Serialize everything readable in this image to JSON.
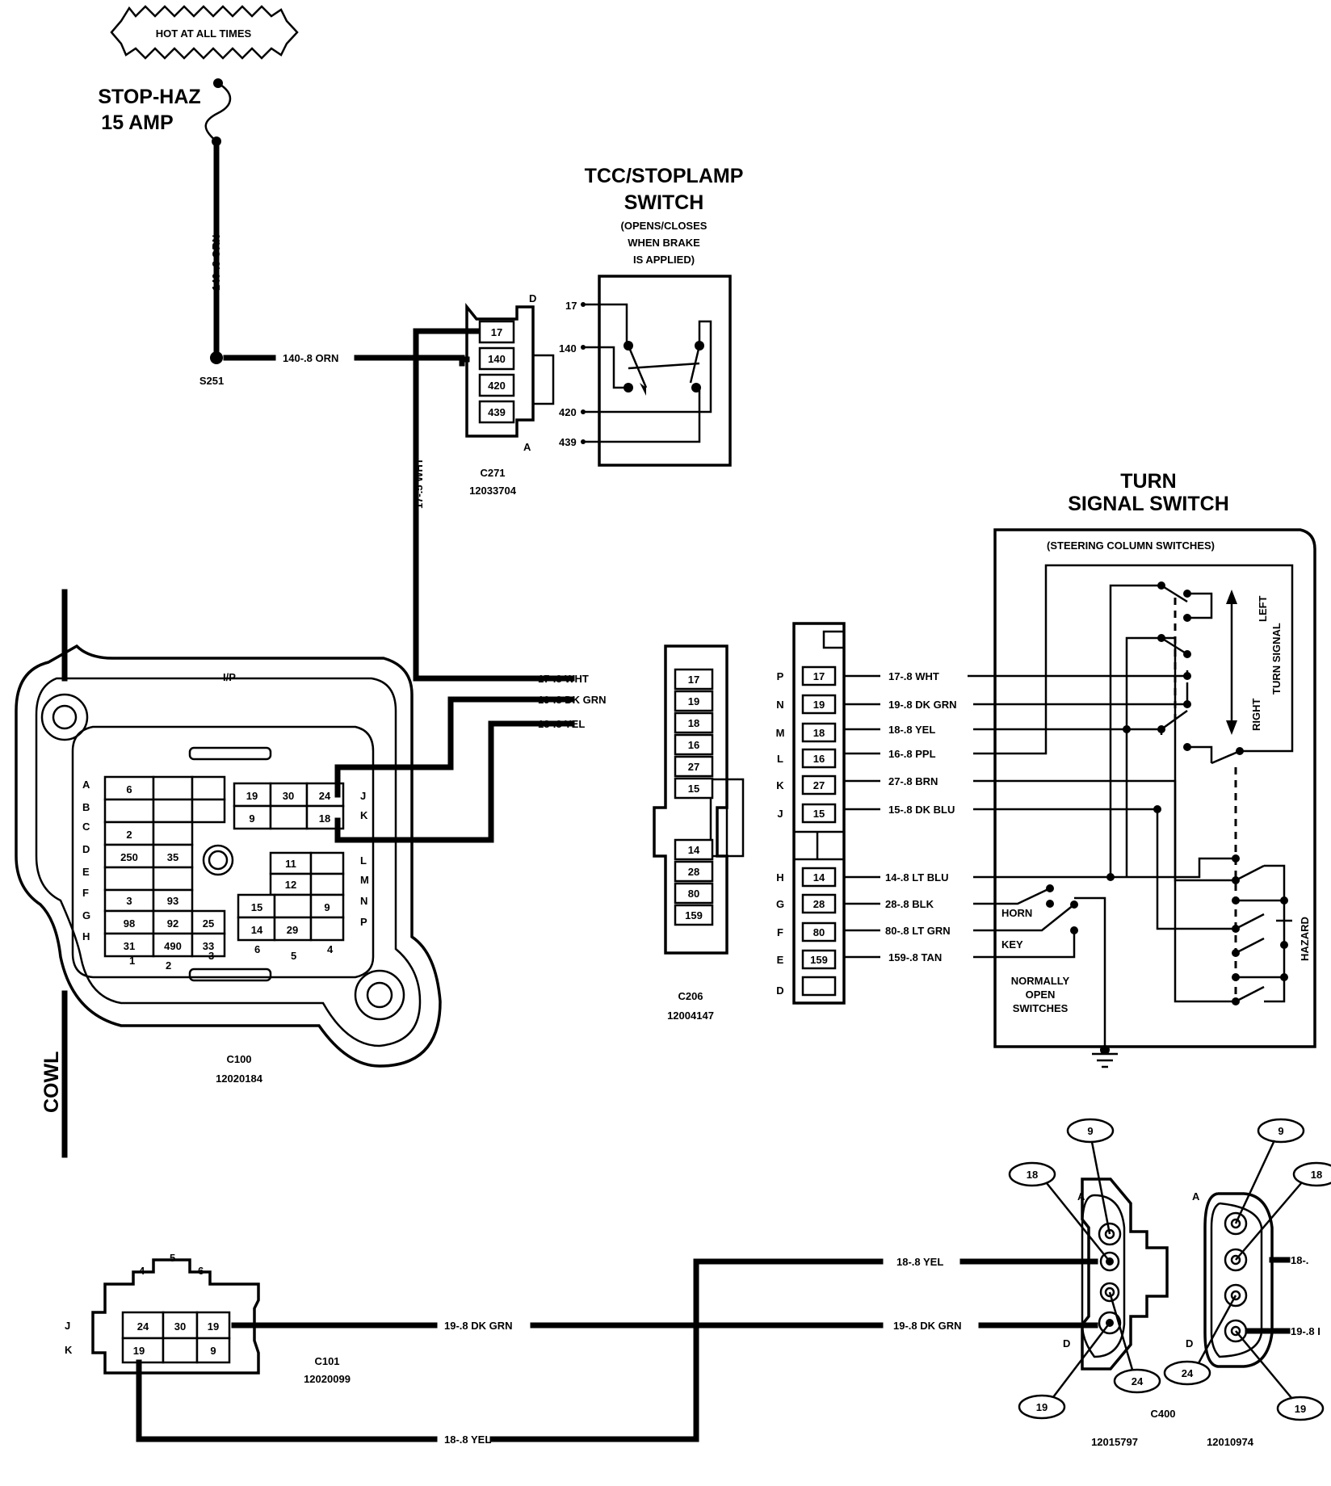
{
  "fuse": {
    "hot_label": "HOT AT ALL TIMES",
    "name": "STOP-HAZ",
    "rating": "15 AMP"
  },
  "splice": {
    "id": "S251"
  },
  "wires": {
    "fuse_feed": "140-.8 ORN",
    "splice_to_c271": "140-.8 ORN",
    "c271_to_c206": "17-.5 WHT",
    "c206_17": "17-.8 WHT",
    "c206_19": "19-.8 DK GRN",
    "c206_18": "18-.8 YEL",
    "c101_19": "19-.8 DK GRN",
    "c101_18": "18-.8 YEL",
    "c400_18": "18-.8 YEL",
    "c400_19": "19-.8 DK GRN",
    "c400b_18": "18-.",
    "c400b_19": "19-.8 I"
  },
  "tcc_switch": {
    "title_line1": "TCC/STOPLAMP",
    "title_line2": "SWITCH",
    "note_line1": "(OPENS/CLOSES",
    "note_line2": "WHEN BRAKE",
    "note_line3": "IS APPLIED)",
    "terminals": [
      "17",
      "140",
      "420",
      "439"
    ]
  },
  "c271": {
    "id": "C271",
    "part": "12033704",
    "pin_top": "D",
    "pin_bottom": "A",
    "cavities": [
      "17",
      "140",
      "420",
      "439"
    ]
  },
  "c100": {
    "id": "C100",
    "part": "12020184",
    "location": "I/P",
    "side": "COWL",
    "row_labels_left": [
      "A",
      "B",
      "C",
      "D",
      "E",
      "F",
      "G",
      "H"
    ],
    "row_labels_right": [
      "J",
      "K",
      "L",
      "M",
      "N",
      "P"
    ],
    "col_labels": [
      "1",
      "2",
      "3",
      "6",
      "5",
      "4"
    ],
    "left_cells": [
      "6",
      "2",
      "250",
      "35",
      "3",
      "93",
      "98",
      "92",
      "25",
      "31",
      "490",
      "33"
    ],
    "jk_cells": [
      "19",
      "30",
      "24",
      "9",
      "18"
    ],
    "lp_cells": [
      "11",
      "12",
      "15",
      "9",
      "14",
      "29"
    ]
  },
  "c206": {
    "id": "C206",
    "part": "12004147",
    "cavities_top": [
      "17",
      "19",
      "18",
      "16",
      "27",
      "15"
    ],
    "cavities_bottom": [
      "14",
      "28",
      "80",
      "159"
    ]
  },
  "tss_connector": {
    "pins": [
      "P",
      "N",
      "M",
      "L",
      "K",
      "J",
      "H",
      "G",
      "F",
      "E",
      "D"
    ],
    "cavities": [
      "17",
      "19",
      "18",
      "16",
      "27",
      "15",
      "14",
      "28",
      "80",
      "159"
    ],
    "wires": [
      "17-.8 WHT",
      "19-.8 DK GRN",
      "18-.8 YEL",
      "16-.8 PPL",
      "27-.8 BRN",
      "15-.8 DK BLU",
      "14-.8 LT BLU",
      "28-.8 BLK",
      "80-.8 LT GRN",
      "159-.8 TAN"
    ]
  },
  "turn_switch": {
    "title_line1": "TURN",
    "title_line2": "SIGNAL SWITCH",
    "subtitle": "(STEERING COLUMN SWITCHES)",
    "left": "LEFT",
    "turn_signal": "TURN SIGNAL",
    "right": "RIGHT",
    "hazard": "HAZARD",
    "horn": "HORN",
    "key": "KEY",
    "normally_line1": "NORMALLY",
    "normally_line2": "OPEN",
    "normally_line3": "SWITCHES"
  },
  "c101": {
    "id": "C101",
    "part": "12020099",
    "col_labels": [
      "4",
      "5",
      "6"
    ],
    "row_labels": [
      "J",
      "K"
    ],
    "cells": [
      "24",
      "30",
      "19",
      "19",
      "9"
    ]
  },
  "c400": {
    "id": "C400",
    "part_a": "12015797",
    "part_b": "12010974",
    "pin_a": "A",
    "pin_d": "D",
    "callouts": [
      "9",
      "18",
      "24",
      "19"
    ]
  }
}
